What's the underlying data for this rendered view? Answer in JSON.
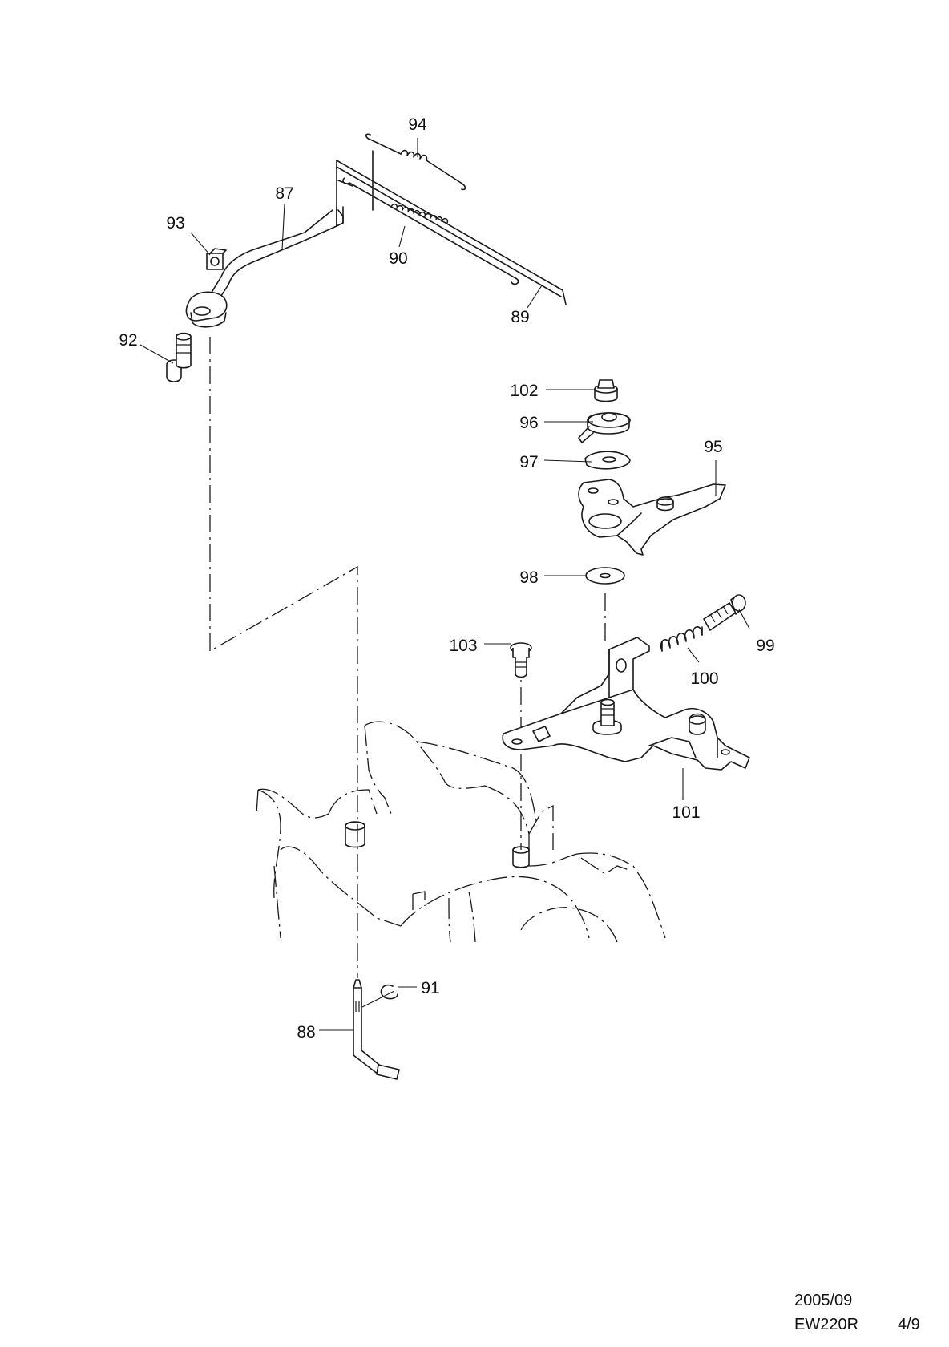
{
  "callouts": {
    "c87": "87",
    "c88": "88",
    "c89": "89",
    "c90": "90",
    "c91": "91",
    "c92": "92",
    "c93": "93",
    "c94": "94",
    "c95": "95",
    "c96": "96",
    "c97": "97",
    "c98": "98",
    "c99": "99",
    "c100": "100",
    "c101": "101",
    "c102": "102",
    "c103": "103"
  },
  "footer": {
    "date": "2005/09",
    "model": "EW220R",
    "page": "4/9"
  }
}
